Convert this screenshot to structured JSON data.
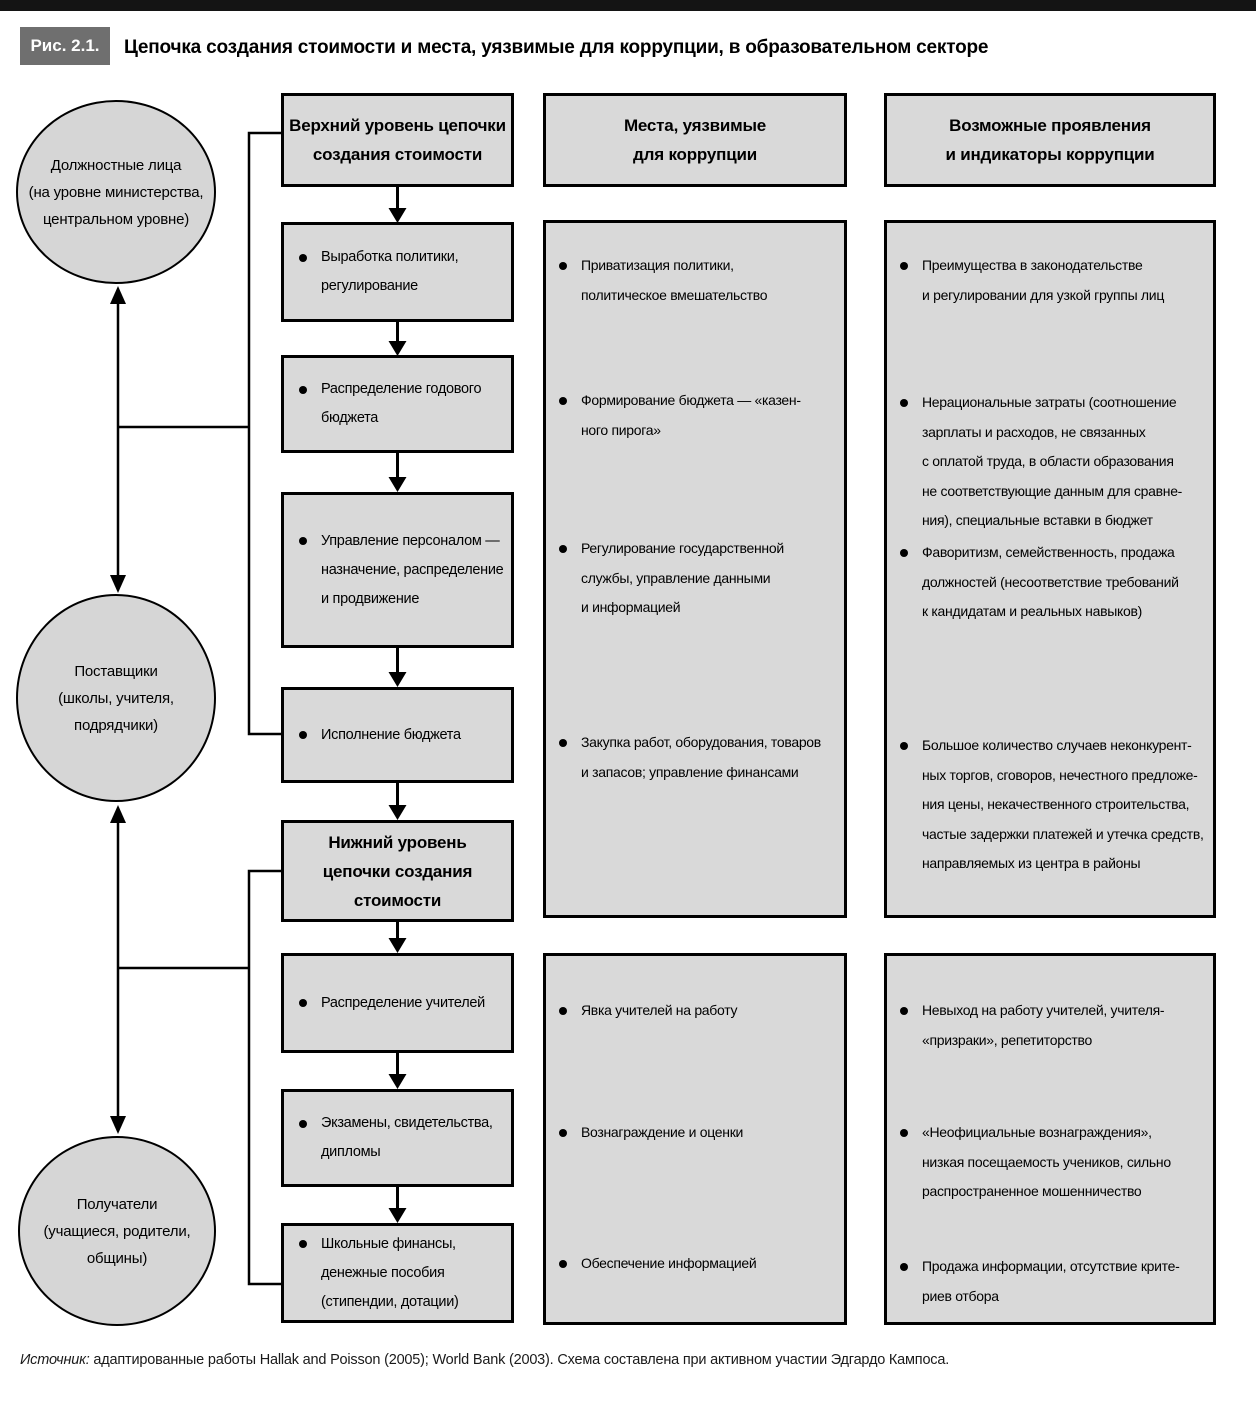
{
  "page": {
    "title_label": "Рис. 2.1.",
    "title": "Цепочка создания стоимости и места, уязвимые для коррупции, в образовательном секторе",
    "source_prefix": "Источник:",
    "source_text": " адаптированные работы Hallak and Poisson (2005); World Bank (2003). Схема составлена при активном участии Эдгардо Кампоса."
  },
  "colors": {
    "box-fill": "#d9d9d9",
    "circle-fill": "#d6d6d6",
    "label-bg": "#6f6f6f",
    "line-color": "#000000"
  },
  "actors": [
    {
      "lines": [
        "Должностные лица",
        "(на уровне министерства,",
        "центральном уровне)"
      ]
    },
    {
      "lines": [
        "Поставщики",
        "(школы, учителя,",
        "подрядчики)"
      ]
    },
    {
      "lines": [
        "Получатели",
        "(учащиеся, родители,",
        "общины)"
      ]
    }
  ],
  "chain": {
    "header_top": {
      "lines": [
        "Верхний уровень цепочки",
        "создания стоимости"
      ]
    },
    "header_bottom": {
      "lines": [
        "Нижний уровень",
        "цепочки создания",
        "стоимости"
      ]
    },
    "steps_top": [
      {
        "lines": [
          "Выработка политики,",
          "регулирование"
        ]
      },
      {
        "lines": [
          "Распределение годового",
          "бюджета"
        ]
      },
      {
        "lines": [
          "Управление персоналом —",
          "назначение, распределение",
          "и продвижение"
        ]
      },
      {
        "lines": [
          "Исполнение бюджета"
        ]
      }
    ],
    "steps_bottom": [
      {
        "lines": [
          "Распределение учителей"
        ]
      },
      {
        "lines": [
          "Экзамены, свидетельства,",
          "дипломы"
        ]
      },
      {
        "lines": [
          "Школьные финансы,",
          "денежные пособия",
          "(стипендии, дотации)"
        ]
      }
    ]
  },
  "vulnerabilities": {
    "header": {
      "lines": [
        "Места, уязвимые",
        "для коррупции"
      ]
    },
    "top_items": [
      {
        "lines": [
          "Приватизация политики,",
          "политическое вмешательство"
        ]
      },
      {
        "lines": [
          "Формирование бюджета — «казен-",
          "ного пирога»"
        ]
      },
      {
        "lines": [
          "Регулирование государственной",
          "службы, управление данными",
          "и информацией"
        ]
      },
      {
        "lines": [
          "Закупка работ, оборудования, товаров",
          "и запасов; управление финансами"
        ]
      }
    ],
    "bottom_items": [
      {
        "lines": [
          "Явка учителей на работу"
        ]
      },
      {
        "lines": [
          "Вознаграждение и оценки"
        ]
      },
      {
        "lines": [
          "Обеспечение информацией"
        ]
      }
    ]
  },
  "indicators": {
    "header": {
      "lines": [
        "Возможные проявления",
        "и индикаторы коррупции"
      ]
    },
    "top_items": [
      {
        "lines": [
          "Преимущества в законодательстве",
          "и регулировании для узкой группы лиц"
        ]
      },
      {
        "lines": [
          "Нерациональные затраты (соотношение",
          "зарплаты и расходов, не связанных",
          "с оплатой труда, в области образования",
          "не соответствующие данным для сравне-",
          "ния), специальные вставки в бюджет"
        ]
      },
      {
        "lines": [
          "Фаворитизм, семейственность, продажа",
          "должностей (несоответствие требований",
          "к кандидатам и реальных навыков)"
        ]
      },
      {
        "lines": [
          "Большое количество случаев неконкурент-",
          "ных торгов, сговоров, нечестного предложе-",
          "ния цены, некачественного строительства,",
          "частые задержки платежей и утечка средств,",
          "направляемых из центра в районы"
        ]
      }
    ],
    "bottom_items": [
      {
        "lines": [
          "Невыход на работу учителей, учителя-",
          "«призраки», репетиторство"
        ]
      },
      {
        "lines": [
          "«Неофициальные вознаграждения»,",
          "низкая посещаемость учеников, сильно",
          "распространенное мошенничество"
        ]
      },
      {
        "lines": [
          "Продажа информации, отсутствие крите-",
          "риев отбора"
        ]
      }
    ]
  }
}
